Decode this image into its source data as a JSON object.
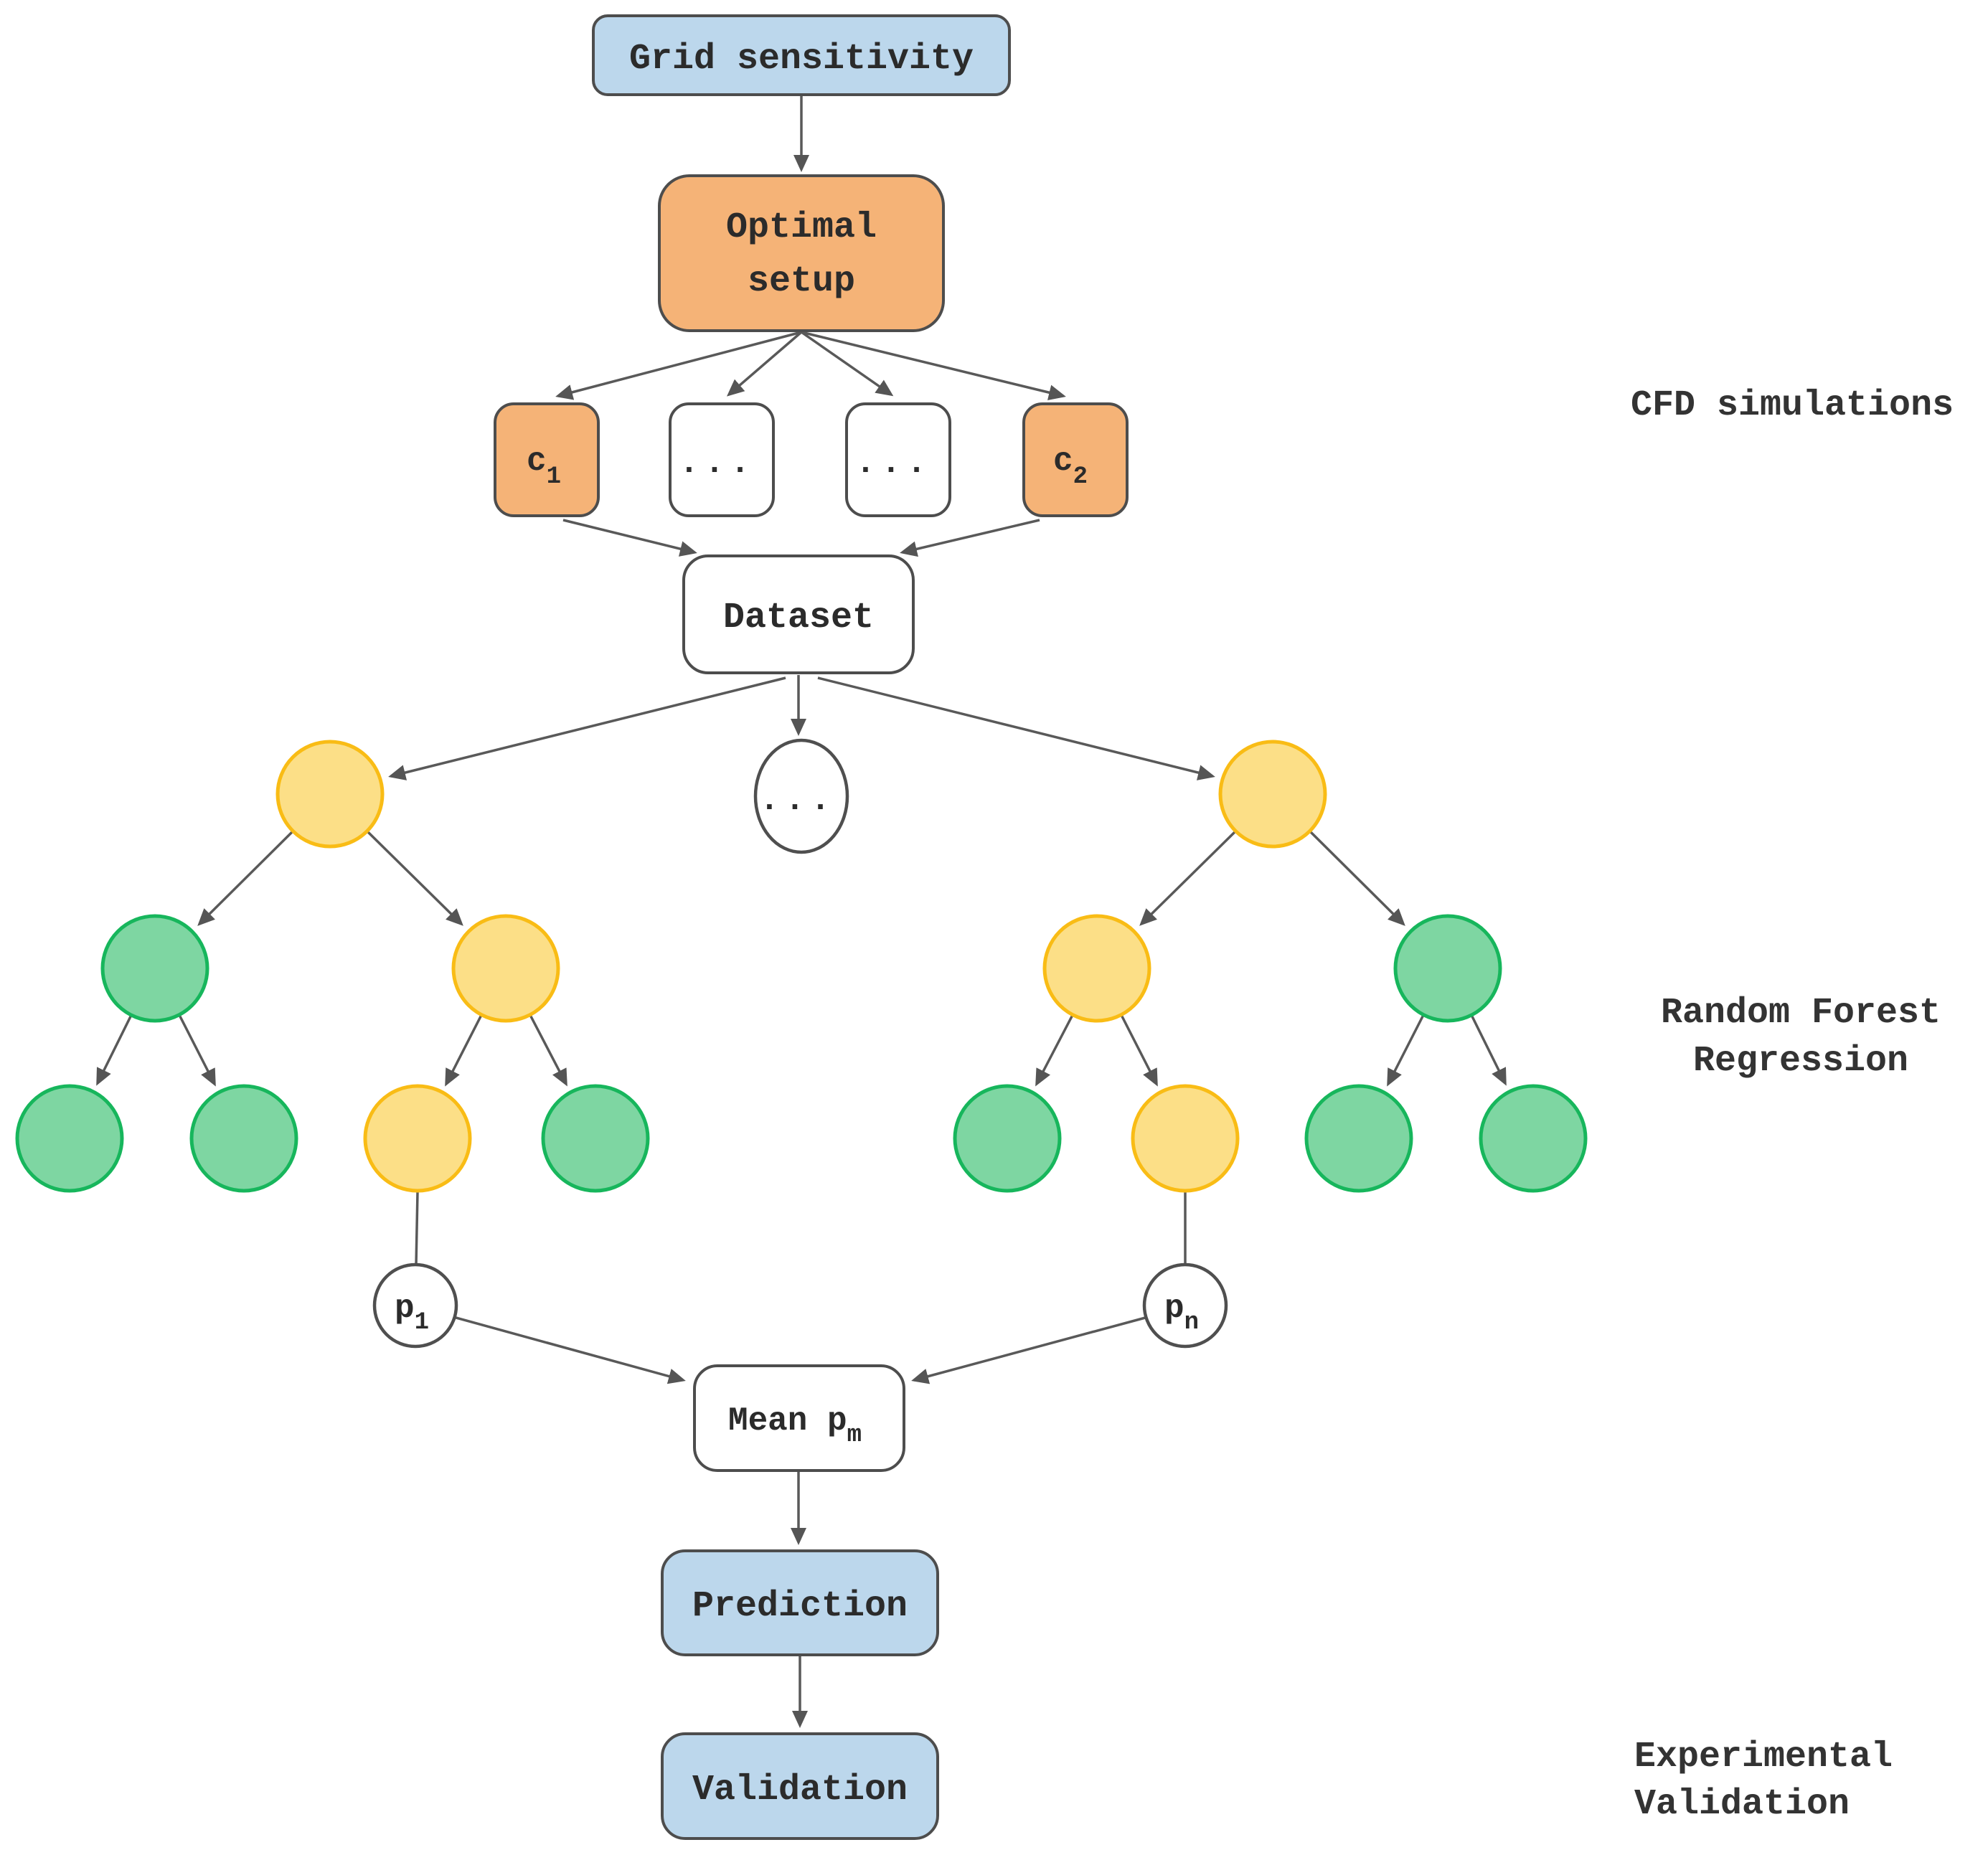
{
  "nodes": {
    "grid_sensitivity": {
      "label": "Grid sensitivity"
    },
    "optimal_setup": {
      "line1": "Optimal",
      "line2": "setup"
    },
    "c1": {
      "base": "c",
      "sub": "1"
    },
    "dots_box_1": {
      "label": "..."
    },
    "dots_box_2": {
      "label": "..."
    },
    "c2": {
      "base": "c",
      "sub": "2"
    },
    "dataset": {
      "label": "Dataset"
    },
    "tree_ellipsis": {
      "label": "..."
    },
    "p1": {
      "base": "p",
      "sub": "1"
    },
    "pn": {
      "base": "p",
      "sub": "n"
    },
    "mean": {
      "base": "Mean p",
      "sub": "m"
    },
    "prediction": {
      "label": "Prediction"
    },
    "validation": {
      "label": "Validation"
    }
  },
  "side_labels": {
    "cfd": "CFD simulations",
    "rf_line1": "Random Forest",
    "rf_line2": "Regression",
    "exp_line1": "Experimental",
    "exp_line2": "Validation"
  },
  "colors": {
    "blue_fill": "#bcd7ec",
    "orange_fill": "#f5b377",
    "yellow_fill": "#fcdf87",
    "yellow_stroke": "#f9bc15",
    "green_fill": "#7ed6a2",
    "green_stroke": "#17b65c",
    "node_border": "#4d4d4d",
    "arrow": "#595959",
    "text": "#2b2b2b",
    "background": "#ffffff"
  }
}
